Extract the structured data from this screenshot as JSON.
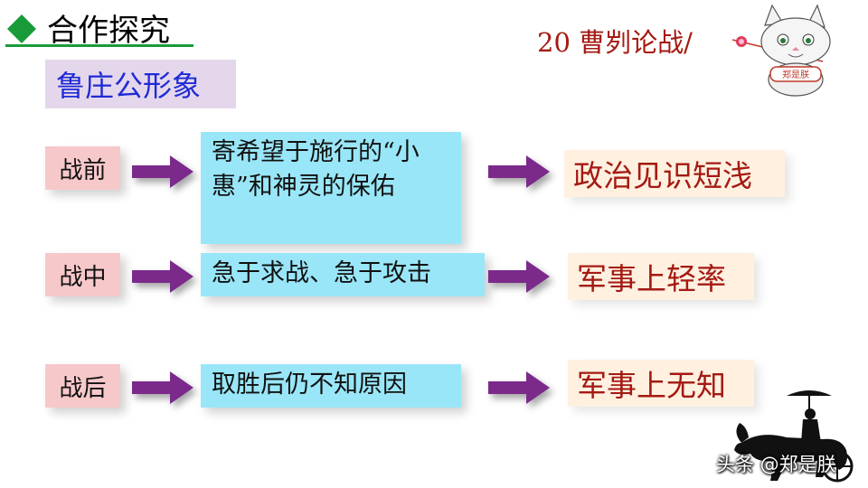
{
  "header": {
    "title": "合作探究",
    "lesson": "20  曹刿论战/",
    "logo_text": "郑是朕"
  },
  "topic": "鲁庄公形象",
  "rows": [
    {
      "stage": "战前",
      "action": "寄希望于施行的“小惠”和神灵的保佑",
      "result": "政治见识短浅"
    },
    {
      "stage": "战中",
      "action": "急于求战、急于攻击",
      "result": "军事上轻率"
    },
    {
      "stage": "战后",
      "action": "取胜后仍不知原因",
      "result": "军事上无知"
    }
  ],
  "watermark": "头条 @郑是朕",
  "colors": {
    "accent_green": "#1a9b3a",
    "stage_bg": "#f7c8ca",
    "action_bg": "#99e6f8",
    "result_bg": "#fff0e0",
    "result_text": "#a41a12",
    "topic_bg": "#e4d7ec",
    "topic_text": "#1f2ad6",
    "arrow": "#7b2a8c"
  },
  "icons": [
    "diamond-bullet-icon",
    "cat-logo-icon",
    "arrow-right-icon",
    "horse-silhouette-icon"
  ]
}
